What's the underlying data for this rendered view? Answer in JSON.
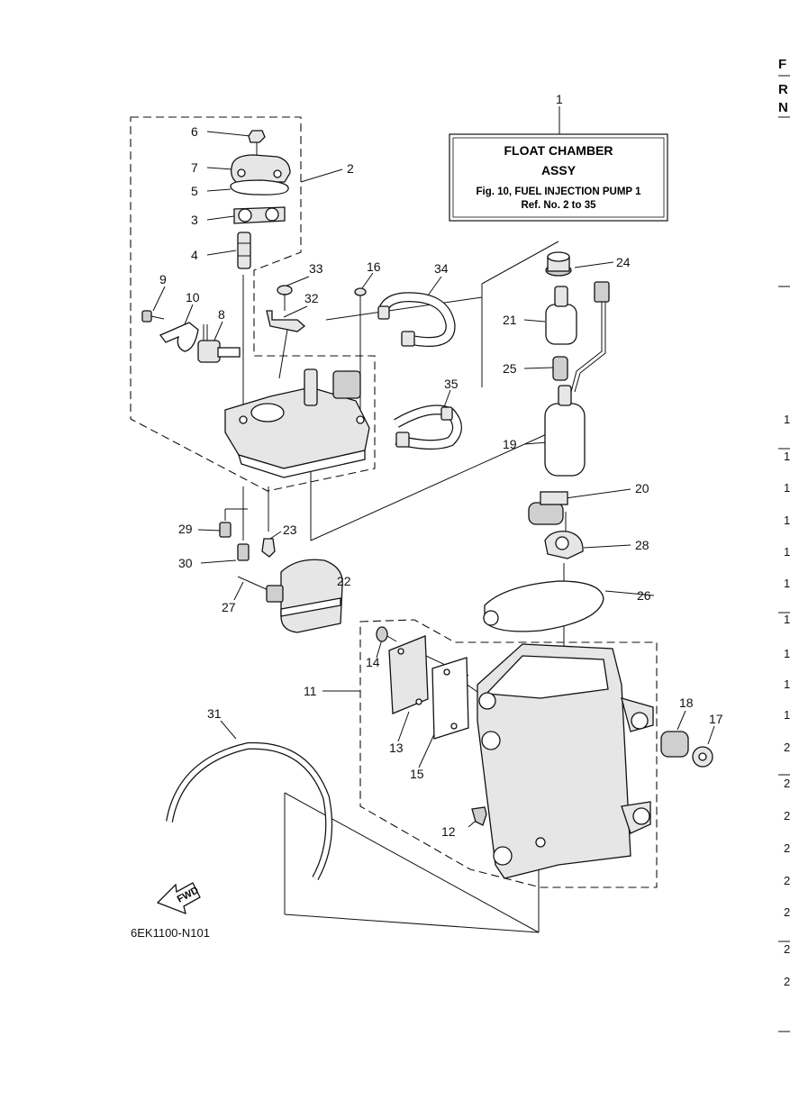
{
  "reference_box": {
    "line1": "FLOAT CHAMBER",
    "line2": "ASSY",
    "line3": "Fig. 10, FUEL INJECTION PUMP 1",
    "line4": "Ref. No. 2 to 35"
  },
  "drawing_code": "6EK1100-N101",
  "fwd_label": "FWD",
  "right_edge": {
    "header": [
      "F",
      "R",
      "N"
    ],
    "rows": [
      "1",
      "1",
      "1",
      "1",
      "1",
      "1",
      "1",
      "1",
      "1",
      "1",
      "2",
      "2",
      "2",
      "2",
      "2",
      "2",
      "2",
      "2"
    ]
  },
  "callouts": {
    "c1": "1",
    "c2": "2",
    "c3": "3",
    "c4": "4",
    "c5": "5",
    "c6": "6",
    "c7": "7",
    "c8": "8",
    "c9": "9",
    "c10": "10",
    "c11": "11",
    "c12": "12",
    "c13": "13",
    "c14": "14",
    "c15": "15",
    "c16": "16",
    "c17": "17",
    "c18": "18",
    "c19": "19",
    "c20": "20",
    "c21": "21",
    "c22": "22",
    "c23": "23",
    "c24": "24",
    "c25": "25",
    "c26": "26",
    "c27": "27",
    "c28": "28",
    "c29": "29",
    "c30": "30",
    "c31": "31",
    "c32": "32",
    "c33": "33",
    "c34": "34",
    "c35": "35"
  }
}
